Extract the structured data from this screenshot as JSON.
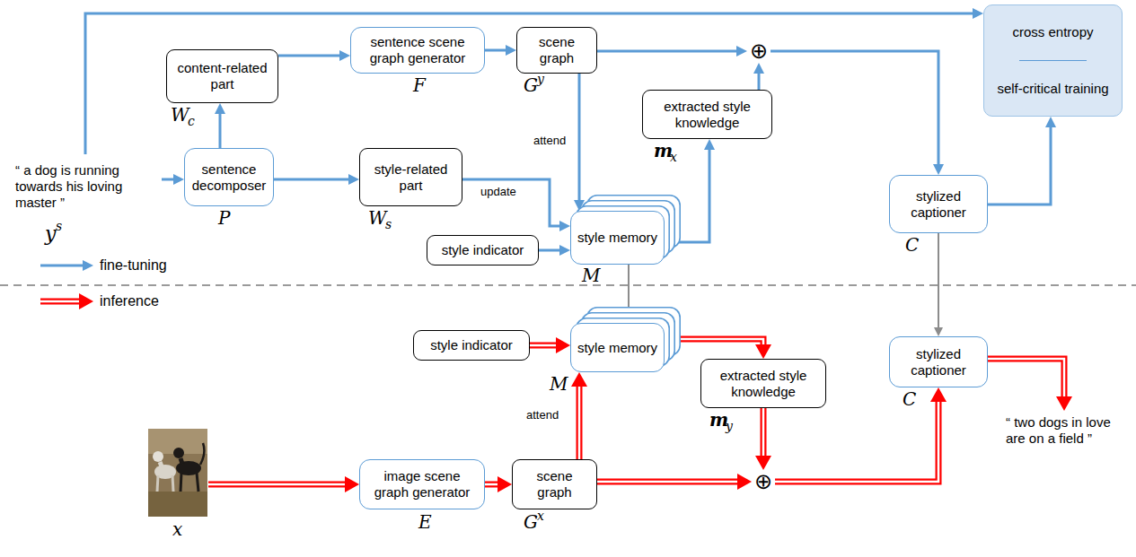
{
  "diagram": {
    "nodes": [
      {
        "text": [
          "content-related part"
        ]
      },
      {
        "text": [
          "sentence scene graph generator"
        ]
      },
      {
        "text": [
          "scene graph"
        ]
      },
      {
        "text": [
          "⊕"
        ]
      },
      {
        "text": [
          "cross entropy",
          "self-critical training"
        ]
      },
      {
        "text": [
          "extracted style knowledge"
        ]
      },
      {
        "text": [
          "“ a dog is running towards his loving master ”"
        ]
      },
      {
        "text": [
          "sentence decomposer"
        ]
      },
      {
        "text": [
          "style-related part"
        ]
      },
      {
        "text": [
          "style memory"
        ]
      },
      {
        "text": [
          "style indicator"
        ]
      },
      {
        "text": [
          "stylized captioner"
        ]
      },
      {
        "text": [
          "style indicator"
        ]
      },
      {
        "text": [
          "style memory"
        ]
      },
      {
        "text": [
          "extracted style knowledge"
        ]
      },
      {
        "text": [
          "stylized captioner"
        ]
      },
      {
        "text": [
          "“ two dogs in love are on a field ”"
        ]
      },
      {
        "text": [
          "image scene graph generator"
        ]
      },
      {
        "text": [
          "scene graph"
        ]
      },
      {
        "text": [
          "⊕"
        ]
      }
    ],
    "edges": [
      {
        "from": 6,
        "to": 7,
        "arrow": "to"
      },
      {
        "from": 6,
        "to": 4,
        "arrow": "to"
      },
      {
        "from": 7,
        "to": 0,
        "arrow": "to"
      },
      {
        "from": 0,
        "to": 1,
        "arrow": "to"
      },
      {
        "from": 1,
        "to": 2,
        "arrow": "to"
      },
      {
        "from": 2,
        "to": 3,
        "arrow": "to"
      },
      {
        "from": 2,
        "to": 9,
        "arrow": "to",
        "label": "attend"
      },
      {
        "from": 7,
        "to": 8,
        "arrow": "to"
      },
      {
        "from": 8,
        "to": 9,
        "arrow": "to",
        "label": "update"
      },
      {
        "from": 10,
        "to": 9,
        "arrow": "to"
      },
      {
        "from": 9,
        "to": 5,
        "arrow": "to"
      },
      {
        "from": 5,
        "to": 3,
        "arrow": "to"
      },
      {
        "from": 3,
        "to": 11,
        "arrow": "to"
      },
      {
        "from": 11,
        "to": 4,
        "arrow": "to"
      },
      {
        "from": 9,
        "to": 13,
        "arrow": "to"
      },
      {
        "from": 11,
        "to": 15,
        "arrow": "to"
      },
      {
        "from": 12,
        "to": 13,
        "arrow": "to"
      },
      {
        "from": 13,
        "to": 14,
        "arrow": "to"
      },
      {
        "from": 14,
        "to": 19,
        "arrow": "to"
      },
      {
        "from": 17,
        "to": 18,
        "arrow": "to"
      },
      {
        "from": 18,
        "to": 13,
        "arrow": "to",
        "label": "attend"
      },
      {
        "from": 18,
        "to": 19,
        "arrow": "to"
      },
      {
        "from": 19,
        "to": 15,
        "arrow": "to"
      },
      {
        "from": 15,
        "to": 16,
        "arrow": "to"
      }
    ],
    "labels": [
      "y",
      "s",
      "W",
      "c",
      "P",
      "F",
      "G",
      "y",
      "W",
      "s",
      "m",
      "x",
      "M",
      "C",
      "M",
      "m",
      "y",
      "C",
      "x",
      "E",
      "G",
      "x"
    ],
    "legend": [
      {
        "text": "fine-tuning"
      },
      {
        "text": "inference"
      }
    ]
  }
}
